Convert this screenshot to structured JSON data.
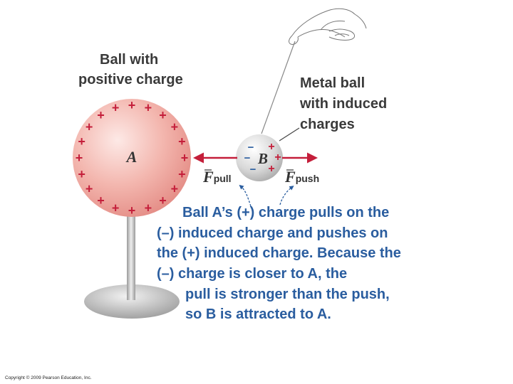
{
  "ball_a": {
    "title_line1": "Ball with",
    "title_line2": "positive charge",
    "letter": "A",
    "charge_symbol": "+",
    "color": "#e88888"
  },
  "ball_b": {
    "title_line1": "Metal ball",
    "title_line2": "with induced",
    "title_line3": "charges",
    "letter": "B",
    "negative_symbol": "−",
    "positive_symbol": "+"
  },
  "forces": {
    "pull_symbol": "F",
    "pull_sub": "pull",
    "push_symbol": "F",
    "push_sub": "push",
    "arrow_color": "#c41e3a"
  },
  "explanation": {
    "lines": [
      "Ball A’s (+) charge pulls on the",
      "(–) induced charge and pushes on",
      "the (+) induced charge. Because the",
      "(–) charge is closer to A, the",
      "pull is stronger than the push,",
      "so B is attracted to A."
    ],
    "color": "#2a5d9f"
  },
  "copyright": "Copyright © 2009 Pearson Education, Inc."
}
